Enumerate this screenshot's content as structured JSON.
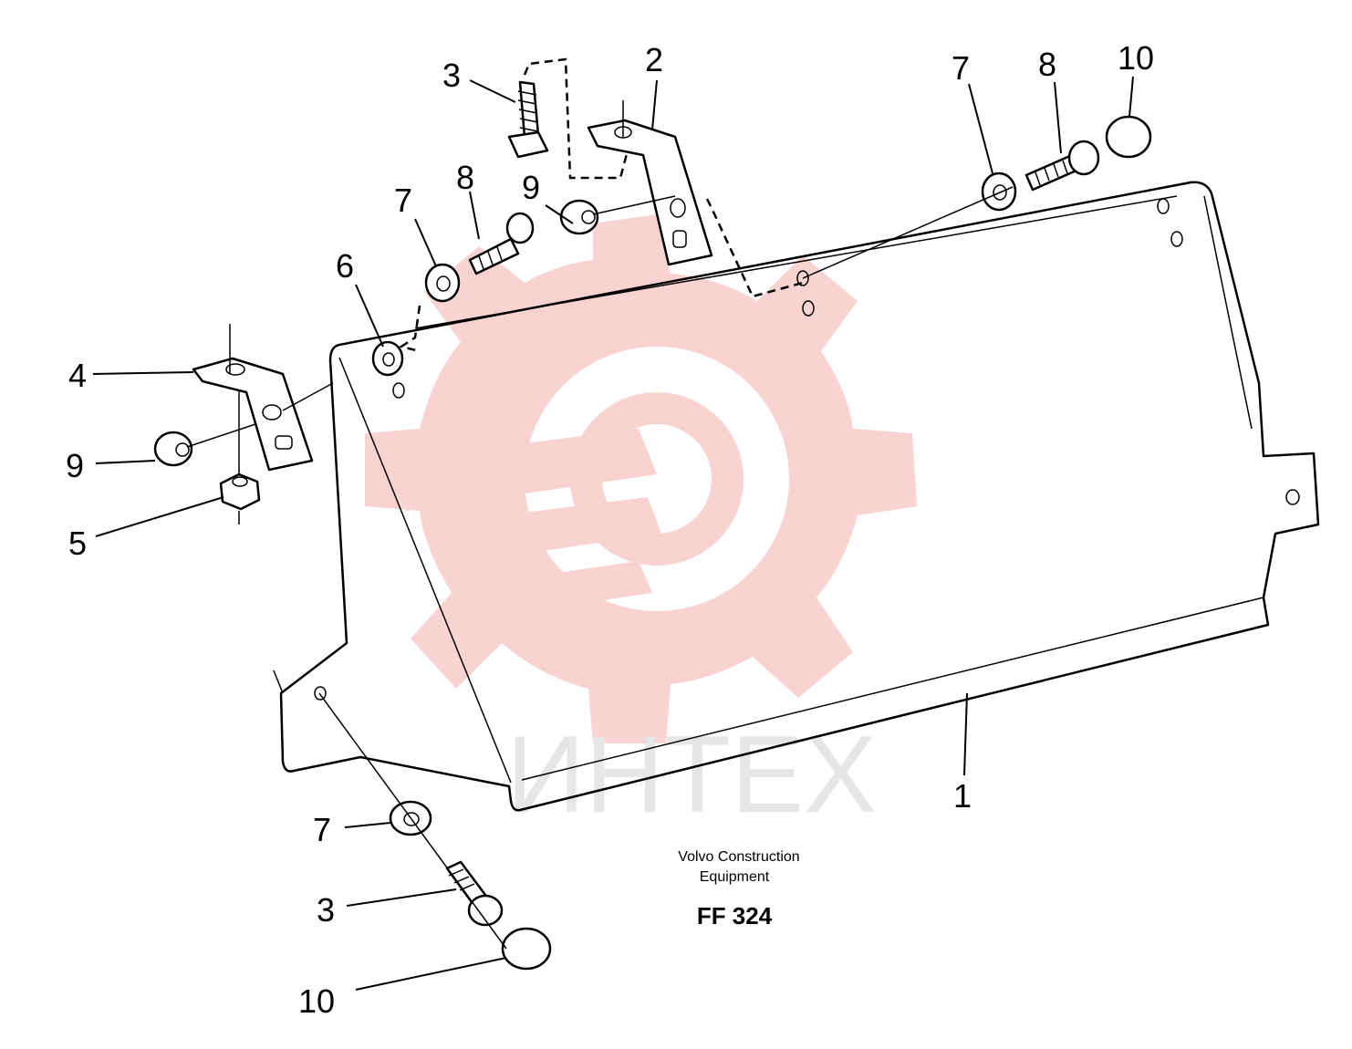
{
  "diagram": {
    "callouts": [
      "1",
      "2",
      "3",
      "3",
      "4",
      "5",
      "6",
      "7",
      "7",
      "7",
      "8",
      "8",
      "9",
      "9",
      "10",
      "10"
    ],
    "caption_line1": "Volvo Construction",
    "caption_line2": "Equipment",
    "figure_code": "FF 324",
    "watermark_text": "ИНТЕХ",
    "watermark_color": "#f4b3b3"
  }
}
